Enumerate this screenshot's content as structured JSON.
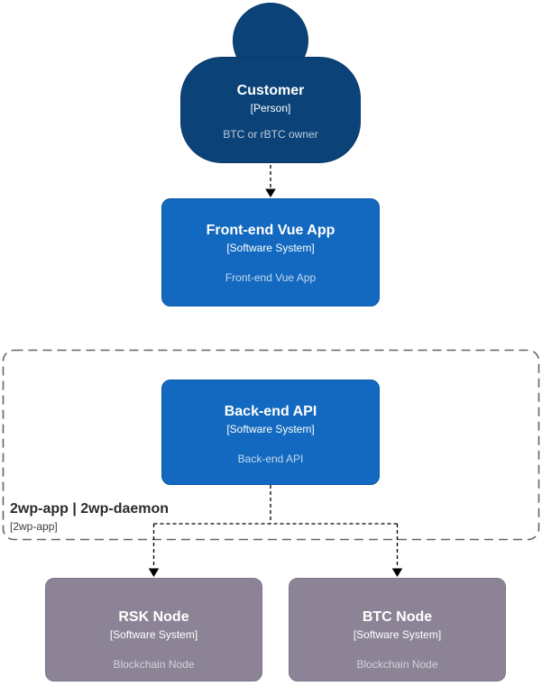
{
  "diagram": {
    "type": "c4-system-context",
    "colors": {
      "person_fill": "#0b4379",
      "system_fill": "#1269bf",
      "external_fill": "#8c8496",
      "boundary_stroke": "#666666",
      "connector_stroke": "#000000",
      "background": "#ffffff"
    },
    "nodes": {
      "customer": {
        "title": "Customer",
        "meta": "[Person]",
        "description": "BTC or rBTC owner"
      },
      "frontend": {
        "title": "Front-end Vue App",
        "meta": "[Software System]",
        "description": "Front-end Vue App"
      },
      "backend": {
        "title": "Back-end API",
        "meta": "[Software System]",
        "description": "Back-end API"
      },
      "rsk": {
        "title": "RSK Node",
        "meta": "[Software System]",
        "description": "Blockchain Node"
      },
      "btc": {
        "title": "BTC Node",
        "meta": "[Software System]",
        "description": "Blockchain Node"
      }
    },
    "boundary": {
      "title": "2wp-app | 2wp-daemon",
      "meta": "[2wp-app]"
    }
  }
}
